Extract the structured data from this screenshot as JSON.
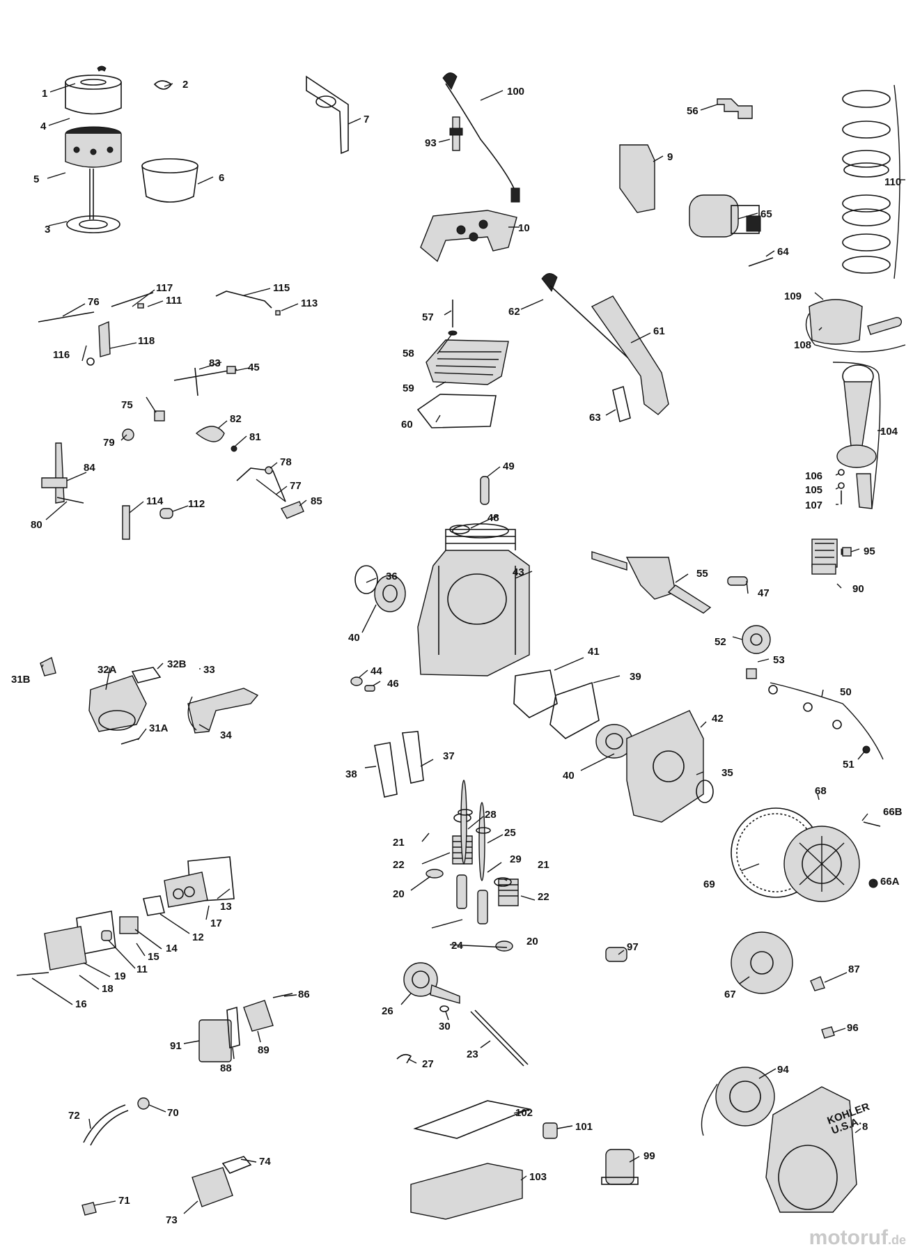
{
  "callouts": [
    {
      "text": "1",
      "side": "L"
    },
    {
      "text": "2",
      "side": "R"
    },
    {
      "text": "4",
      "side": "L"
    },
    {
      "text": "5",
      "side": "L"
    },
    {
      "text": "6",
      "side": "R"
    },
    {
      "text": "3",
      "side": "L"
    },
    {
      "text": "7",
      "side": "R"
    },
    {
      "text": "100",
      "side": "R"
    },
    {
      "text": "93",
      "side": "L"
    },
    {
      "text": "56",
      "side": "L"
    },
    {
      "text": "9",
      "side": "R"
    },
    {
      "text": "110",
      "side": "R"
    },
    {
      "text": "65",
      "side": "R"
    },
    {
      "text": "64",
      "side": "R"
    },
    {
      "text": "10",
      "side": "R"
    },
    {
      "text": "117",
      "side": "R"
    },
    {
      "text": "76",
      "side": "R"
    },
    {
      "text": "111",
      "side": "R"
    },
    {
      "text": "115",
      "side": "R"
    },
    {
      "text": "113",
      "side": "R"
    },
    {
      "text": "118",
      "side": "R"
    },
    {
      "text": "116",
      "side": "L"
    },
    {
      "text": "57",
      "side": "L"
    },
    {
      "text": "62",
      "side": "L"
    },
    {
      "text": "61",
      "side": "R"
    },
    {
      "text": "58",
      "side": "L"
    },
    {
      "text": "59",
      "side": "L"
    },
    {
      "text": "60",
      "side": "L"
    },
    {
      "text": "63",
      "side": "L"
    },
    {
      "text": "109",
      "side": "L"
    },
    {
      "text": "108",
      "side": "L"
    },
    {
      "text": "83",
      "side": "R"
    },
    {
      "text": "45",
      "side": "R"
    },
    {
      "text": "75",
      "side": "L"
    },
    {
      "text": "82",
      "side": "R"
    },
    {
      "text": "79",
      "side": "L"
    },
    {
      "text": "81",
      "side": "R"
    },
    {
      "text": "104",
      "side": "R"
    },
    {
      "text": "84",
      "side": "R"
    },
    {
      "text": "78",
      "side": "R"
    },
    {
      "text": "77",
      "side": "R"
    },
    {
      "text": "85",
      "side": "R"
    },
    {
      "text": "114",
      "side": "R"
    },
    {
      "text": "112",
      "side": "R"
    },
    {
      "text": "80",
      "side": "L"
    },
    {
      "text": "49",
      "side": "R"
    },
    {
      "text": "106",
      "side": "L"
    },
    {
      "text": "105",
      "side": "L"
    },
    {
      "text": "107",
      "side": "L"
    },
    {
      "text": "48",
      "side": "R"
    },
    {
      "text": "95",
      "side": "R"
    },
    {
      "text": "36",
      "side": "R"
    },
    {
      "text": "43",
      "side": "R"
    },
    {
      "text": "55",
      "side": "R"
    },
    {
      "text": "47",
      "side": "R"
    },
    {
      "text": "90",
      "side": "R"
    },
    {
      "text": "40",
      "side": "L"
    },
    {
      "text": "52",
      "side": "L"
    },
    {
      "text": "53",
      "side": "R"
    },
    {
      "text": "31B",
      "side": "L"
    },
    {
      "text": "32A",
      "side": "R"
    },
    {
      "text": "32B",
      "side": "R"
    },
    {
      "text": "44",
      "side": "R"
    },
    {
      "text": "46",
      "side": "R"
    },
    {
      "text": "41",
      "side": "R"
    },
    {
      "text": "39",
      "side": "R"
    },
    {
      "text": "50",
      "side": "R"
    },
    {
      "text": "33",
      "side": "R"
    },
    {
      "text": "34",
      "side": "R"
    },
    {
      "text": "31A",
      "side": "R"
    },
    {
      "text": "42",
      "side": "R"
    },
    {
      "text": "51",
      "side": "R"
    },
    {
      "text": "38",
      "side": "L"
    },
    {
      "text": "37",
      "side": "R"
    },
    {
      "text": "40",
      "side": "L"
    },
    {
      "text": "35",
      "side": "R"
    },
    {
      "text": "68",
      "side": "R"
    },
    {
      "text": "66B",
      "side": "R"
    },
    {
      "text": "28",
      "side": "R"
    },
    {
      "text": "25",
      "side": "R"
    },
    {
      "text": "21",
      "side": "L"
    },
    {
      "text": "22",
      "side": "L"
    },
    {
      "text": "29",
      "side": "R"
    },
    {
      "text": "21",
      "side": "R"
    },
    {
      "text": "20",
      "side": "L"
    },
    {
      "text": "22",
      "side": "R"
    },
    {
      "text": "69",
      "side": "L"
    },
    {
      "text": "66A",
      "side": "R"
    },
    {
      "text": "13",
      "side": "R"
    },
    {
      "text": "17",
      "side": "R"
    },
    {
      "text": "12",
      "side": "R"
    },
    {
      "text": "14",
      "side": "R"
    },
    {
      "text": "15",
      "side": "R"
    },
    {
      "text": "11",
      "side": "R"
    },
    {
      "text": "24",
      "side": "L"
    },
    {
      "text": "20",
      "side": "R"
    },
    {
      "text": "97",
      "side": "R"
    },
    {
      "text": "87",
      "side": "R"
    },
    {
      "text": "19",
      "side": "R"
    },
    {
      "text": "18",
      "side": "R"
    },
    {
      "text": "16",
      "side": "R"
    },
    {
      "text": "67",
      "side": "L"
    },
    {
      "text": "26",
      "side": "L"
    },
    {
      "text": "30",
      "side": "L"
    },
    {
      "text": "86",
      "side": "R"
    },
    {
      "text": "96",
      "side": "R"
    },
    {
      "text": "91",
      "side": "L"
    },
    {
      "text": "89",
      "side": "R"
    },
    {
      "text": "88",
      "side": "R"
    },
    {
      "text": "27",
      "side": "R"
    },
    {
      "text": "23",
      "side": "L"
    },
    {
      "text": "94",
      "side": "R"
    },
    {
      "text": "70",
      "side": "R"
    },
    {
      "text": "102",
      "side": "R"
    },
    {
      "text": "101",
      "side": "R"
    },
    {
      "text": "72",
      "side": "L"
    },
    {
      "text": "8",
      "side": "R"
    },
    {
      "text": "74",
      "side": "R"
    },
    {
      "text": "99",
      "side": "R"
    },
    {
      "text": "103",
      "side": "R"
    },
    {
      "text": "71",
      "side": "R"
    },
    {
      "text": "73",
      "side": "L"
    }
  ],
  "cowling_text": [
    "KOHLER",
    "U.S.A."
  ],
  "watermark": {
    "brand": "motoruf",
    "domain": ".de"
  }
}
